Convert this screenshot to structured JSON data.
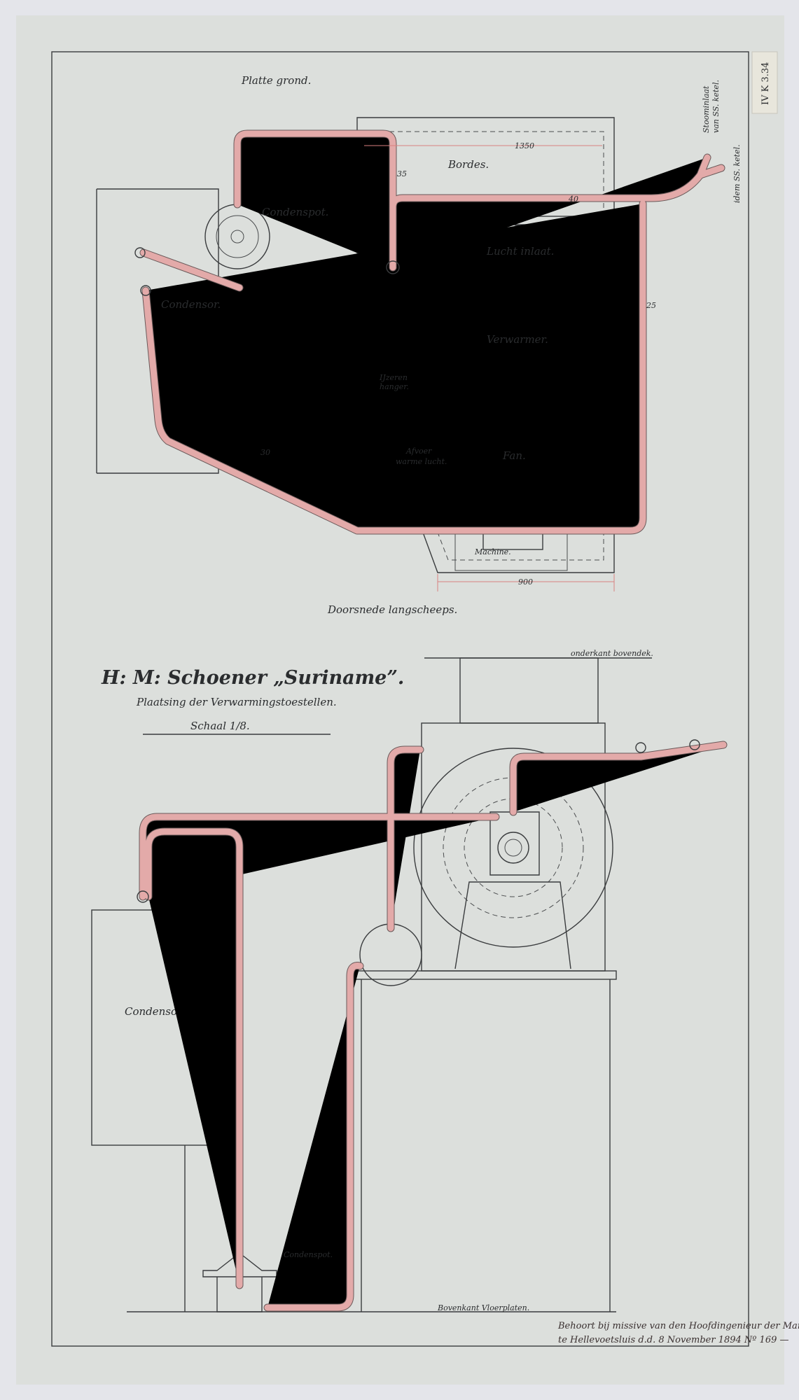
{
  "sheet_id": "IV K 3.34",
  "title": "H: M: Schoener „Suriname”.",
  "subtitle": "Plaatsing der Verwarmingstoestellen.",
  "scale": "Schaal 1/8.",
  "plan": {
    "heading": "Platte grond.",
    "labels": {
      "condenspot": "Condenspot.",
      "condensor": "Condensor.",
      "bordes": "Bordes.",
      "lucht_inlaat": "Lucht inlaat.",
      "verwarmer": "Verwarmer.",
      "hanger_1": "IJzeren",
      "hanger_2": "hanger.",
      "afvoer_1": "Afvoer",
      "afvoer_2": "warme lucht.",
      "fan": "Fan.",
      "machine": "Machine.",
      "stoominlaat_1": "Stoominlaat",
      "stoominlaat_2": "van SS. ketel.",
      "idem": "idem SS. ketel."
    },
    "dimensions": {
      "width_top": "1350",
      "width_bottom": "900",
      "pipe_a": "35",
      "pipe_b": "40",
      "pipe_c": "25",
      "pipe_d": "30"
    }
  },
  "section": {
    "heading": "Doorsnede langscheeps.",
    "labels": {
      "onderkant_bovendek": "onderkant bovendek.",
      "condensor": "Condensor.",
      "condenspot": "Condenspot.",
      "bovenkant_vloerplaten": "Bovenkant Vloerplaten."
    }
  },
  "note": {
    "line1": "Behoort bij missive van den Hoofdingenieur der Marine",
    "line2": "te Hellevoetsluis d.d. 8 November 1894 Nº 169 —"
  },
  "colors": {
    "paper": "#dcdfdc",
    "pipe": "#e3aaa9",
    "ink": "#3a3c3e"
  }
}
